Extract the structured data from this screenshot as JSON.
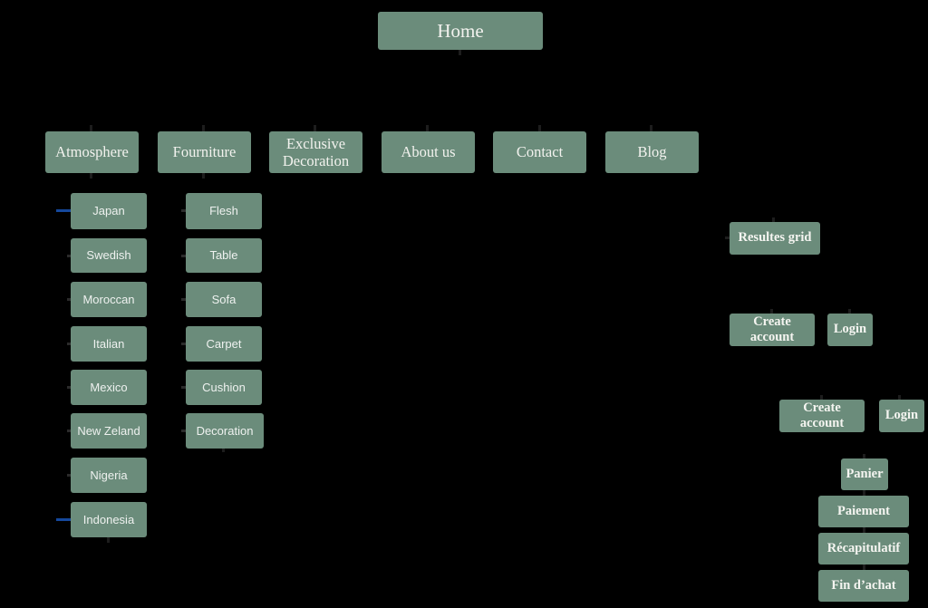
{
  "diagram": {
    "title": "Home",
    "background_color": "#000000",
    "node_color": "#6b8c7b",
    "node_text_color": "#f2f2ee",
    "connector_color": "#2b2b2b",
    "connector_highlight_color": "#15489c"
  },
  "root": {
    "label": "Home"
  },
  "nav": {
    "items": [
      {
        "label": "Atmosphere"
      },
      {
        "label": "Fourniture"
      },
      {
        "label": "Exclusive Decoration"
      },
      {
        "label": "About us"
      },
      {
        "label": "Contact"
      },
      {
        "label": "Blog"
      }
    ]
  },
  "atmosphere_children": {
    "items": [
      {
        "label": "Japan"
      },
      {
        "label": "Swedish"
      },
      {
        "label": "Moroccan"
      },
      {
        "label": "Italian"
      },
      {
        "label": "Mexico"
      },
      {
        "label": "New Zeland"
      },
      {
        "label": "Nigeria"
      },
      {
        "label": "Indonesia"
      }
    ]
  },
  "fourniture_children": {
    "items": [
      {
        "label": "Flesh"
      },
      {
        "label": "Table"
      },
      {
        "label": "Sofa"
      },
      {
        "label": "Carpet"
      },
      {
        "label": "Cushion"
      },
      {
        "label": "Decoration"
      }
    ]
  },
  "results": {
    "label": "Resultes grid"
  },
  "account_row_1": {
    "create_account": "Create account",
    "login": "Login"
  },
  "account_row_2": {
    "create_account": "Create account",
    "login": "Login"
  },
  "checkout": {
    "items": [
      {
        "label": "Panier"
      },
      {
        "label": "Paiement"
      },
      {
        "label": "Récapitulatif"
      },
      {
        "label": "Fin d’achat"
      }
    ]
  }
}
